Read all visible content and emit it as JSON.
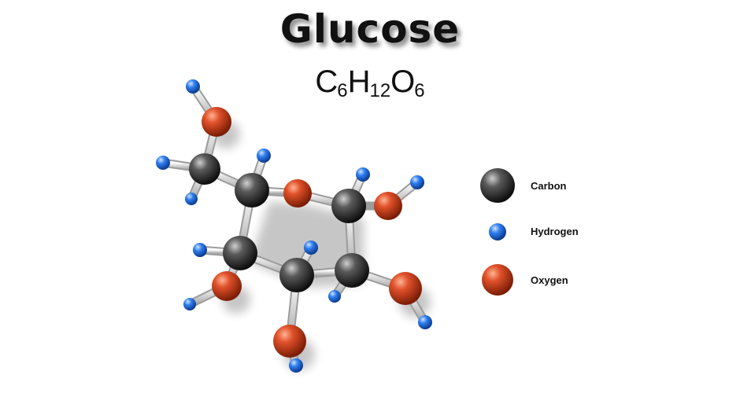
{
  "title": "Glucose",
  "formula": {
    "parts": [
      {
        "text": "C",
        "sub": "6"
      },
      {
        "text": "H",
        "sub": "12"
      },
      {
        "text": "O",
        "sub": "6"
      }
    ]
  },
  "legend": [
    {
      "label": "Carbon",
      "element": "C",
      "color": "#3a3a3a"
    },
    {
      "label": "Hydrogen",
      "element": "H",
      "color": "#1f6fe0"
    },
    {
      "label": "Oxygen",
      "element": "O",
      "color": "#d2401a"
    }
  ],
  "colors": {
    "carbon": "#3a3a3a",
    "hydrogen": "#1f6fe0",
    "oxygen": "#d2401a",
    "bond": "#d8d8d8"
  }
}
